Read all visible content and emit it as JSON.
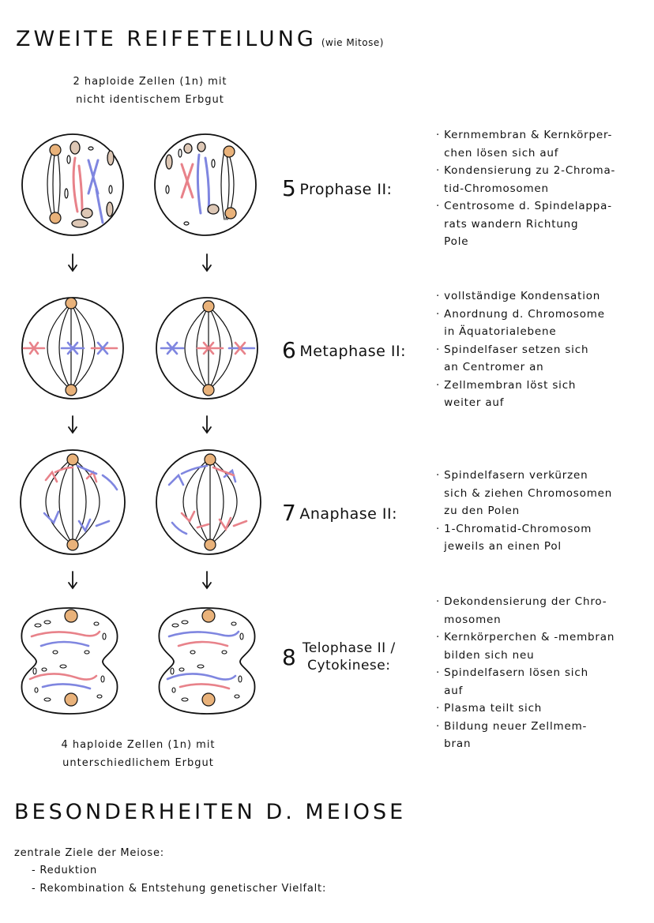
{
  "header": {
    "title": "ZWEITE REIFETEILUNG",
    "note": "(wie Mitose)",
    "intro_line1": "2 haploide Zellen (1n) mit",
    "intro_line2": "nicht identischem Erbgut"
  },
  "phases": [
    {
      "number": "5",
      "name": "Prophase II:",
      "notes": [
        "· Kernmembran & Kernkörper-",
        "  chen lösen sich auf",
        "· Kondensierung zu 2-Chroma-",
        "  tid-Chromosomen",
        "· Centrosome d. Spindelappa-",
        "  rats wandern Richtung",
        "  Pole"
      ]
    },
    {
      "number": "6",
      "name": "Metaphase II:",
      "notes": [
        "· vollständige Kondensation",
        "· Anordnung d. Chromosome",
        "  in Äquatorialebene",
        "· Spindelfaser setzen sich",
        "  an Centromer an",
        "· Zellmembran löst sich",
        "  weiter auf"
      ]
    },
    {
      "number": "7",
      "name": "Anaphase II:",
      "notes": [
        "· Spindelfasern verkürzen",
        "  sich & ziehen Chromosomen",
        "  zu den Polen",
        "· 1-Chromatid-Chromosom",
        "  jeweils an einen Pol"
      ]
    },
    {
      "number": "8",
      "name_line1": "Telophase II /",
      "name_line2": "Cytokinese:",
      "notes": [
        "· Dekondensierung der Chro-",
        "  mosomen",
        "· Kernkörperchen & -membran",
        "  bilden sich neu",
        "· Spindelfasern lösen sich",
        "  auf",
        "· Plasma teilt sich",
        "· Bildung neuer Zellmem-",
        "  bran"
      ]
    }
  ],
  "result": {
    "line1": "4 haploide Zellen (1n) mit",
    "line2": "unterschiedlichem Erbgut"
  },
  "section2": {
    "title": "BESONDERHEITEN D. MEIOSE",
    "goals_label": "zentrale Ziele der Meiose:",
    "goals": [
      "- Reduktion",
      "- Rekombination & Entstehung genetischer Vielfalt:"
    ]
  },
  "colors": {
    "red": "#e8828a",
    "blue": "#7f86e0",
    "centrosome": "#e9b27a",
    "organelle": "#ddc7b5",
    "ink": "#111111"
  }
}
